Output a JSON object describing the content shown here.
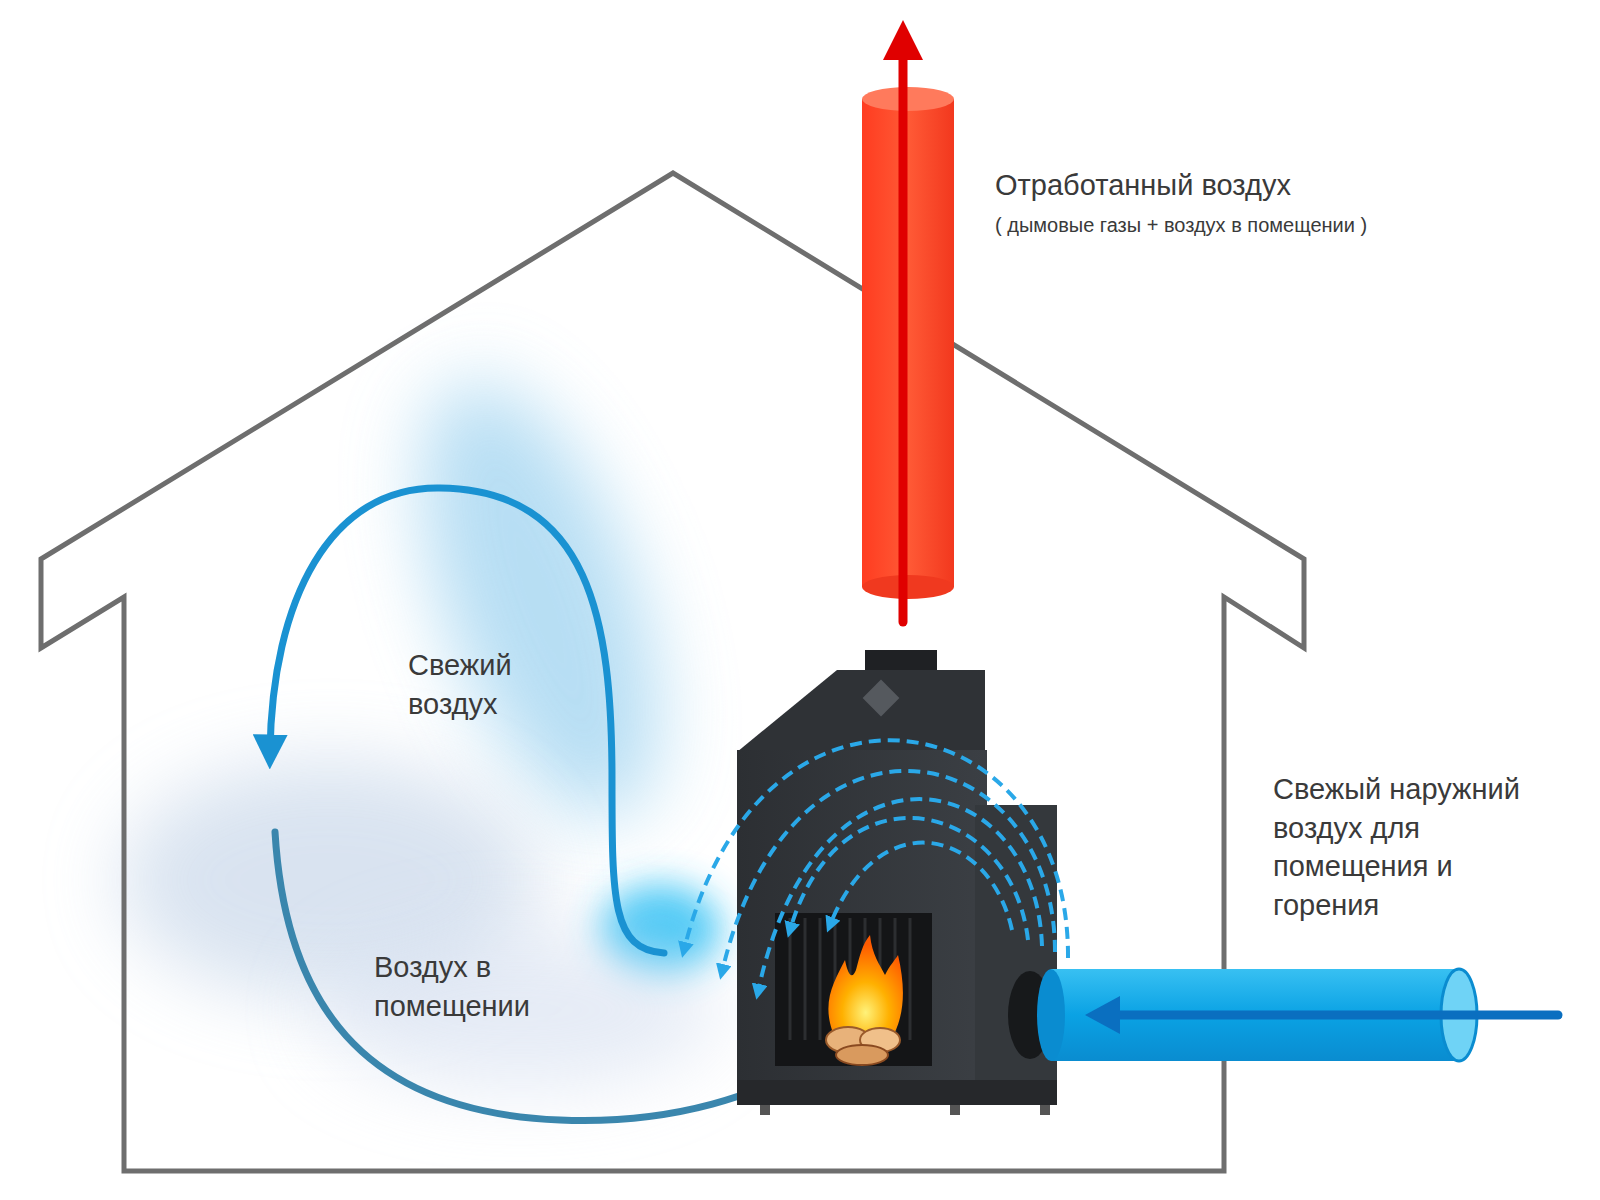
{
  "diagram": {
    "labels": [
      "Отработанный воздух",
      "( дымовые газы + воздух в помещении )",
      "Свежий воздух",
      "Воздух в помещении",
      "Свежый наружний воздух для помещения и горения"
    ]
  }
}
